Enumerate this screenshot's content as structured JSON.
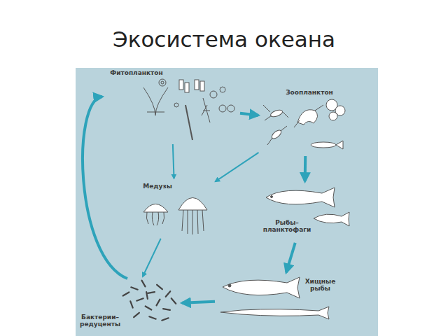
{
  "diagram": {
    "title": "Экосистема океана",
    "nodes": [
      {
        "text": [
          "Фитопланктон"
        ]
      },
      {
        "text": [
          "Зоопланктон"
        ]
      },
      {
        "text": [
          "Медузы"
        ]
      },
      {
        "text": [
          "Рыбы– планктофаги"
        ]
      },
      {
        "text": [
          "Хищные рыбы"
        ]
      },
      {
        "text": [
          "Бактерии– редуценты"
        ]
      }
    ],
    "edges": [
      {
        "from": 0,
        "to": 1,
        "arrow": "to"
      },
      {
        "from": 0,
        "to": 2,
        "arrow": "to"
      },
      {
        "from": 1,
        "to": 2,
        "arrow": "to"
      },
      {
        "from": 1,
        "to": 3,
        "arrow": "to"
      },
      {
        "from": 3,
        "to": 4,
        "arrow": "to"
      },
      {
        "from": 4,
        "to": 5,
        "arrow": "to"
      },
      {
        "from": 2,
        "to": 5,
        "arrow": "to"
      },
      {
        "from": 5,
        "to": 0,
        "arrow": "to"
      }
    ]
  }
}
